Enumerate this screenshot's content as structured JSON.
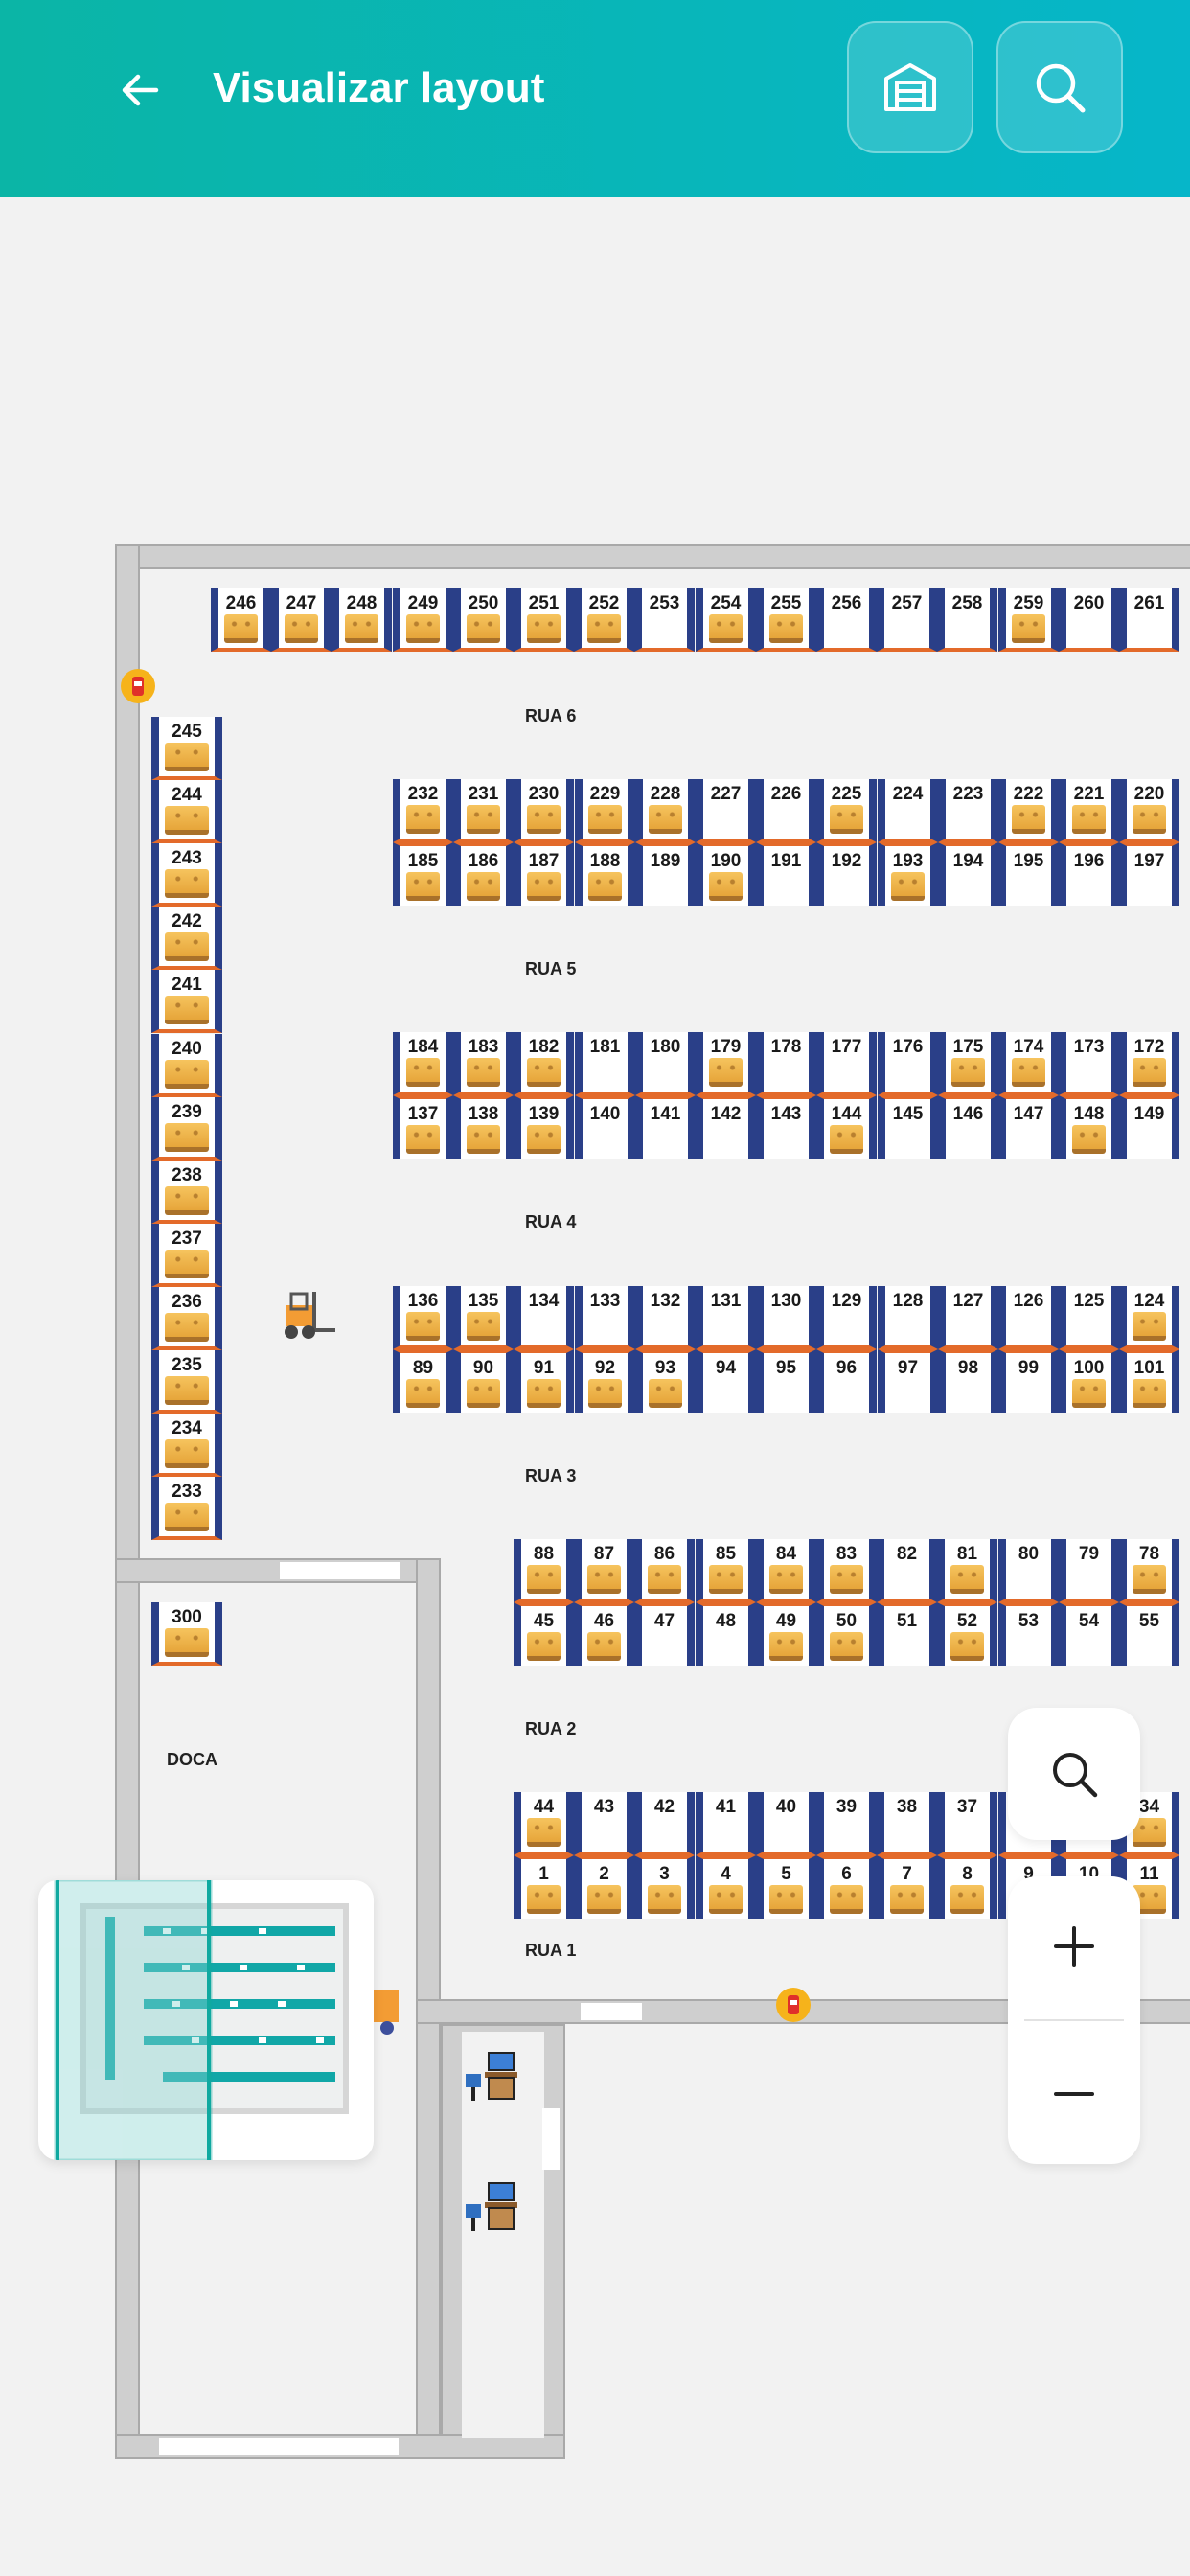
{
  "header": {
    "title": "Visualizar layout",
    "back_icon": "arrow-left-icon",
    "warehouse_icon": "warehouse-icon",
    "search_icon": "search-icon",
    "background_start": "#0bb5a6",
    "background_end": "#06b6c9"
  },
  "streets": {
    "rua6": "RUA 6",
    "rua5": "RUA 5",
    "rua4": "RUA 4",
    "rua3": "RUA 3",
    "rua2": "RUA 2",
    "rua1": "RUA 1",
    "doca": "DOCA"
  },
  "top_row": [
    {
      "n": "246",
      "f": true
    },
    {
      "n": "247",
      "f": true
    },
    {
      "n": "248",
      "f": true
    },
    {
      "n": "249",
      "f": true
    },
    {
      "n": "250",
      "f": true
    },
    {
      "n": "251",
      "f": true
    },
    {
      "n": "252",
      "f": true
    },
    {
      "n": "253",
      "f": false
    },
    {
      "n": "254",
      "f": true
    },
    {
      "n": "255",
      "f": true
    },
    {
      "n": "256",
      "f": false
    },
    {
      "n": "257",
      "f": false
    },
    {
      "n": "258",
      "f": false
    },
    {
      "n": "259",
      "f": true
    },
    {
      "n": "260",
      "f": false
    },
    {
      "n": "261",
      "f": false
    }
  ],
  "left_column": [
    {
      "n": "245",
      "f": true
    },
    {
      "n": "244",
      "f": true
    },
    {
      "n": "243",
      "f": true
    },
    {
      "n": "242",
      "f": true
    },
    {
      "n": "241",
      "f": true
    },
    {
      "n": "240",
      "f": true
    },
    {
      "n": "239",
      "f": true
    },
    {
      "n": "238",
      "f": true
    },
    {
      "n": "237",
      "f": true
    },
    {
      "n": "236",
      "f": true
    },
    {
      "n": "235",
      "f": true
    },
    {
      "n": "234",
      "f": true
    },
    {
      "n": "233",
      "f": true
    }
  ],
  "block5": {
    "top": [
      {
        "n": "232",
        "f": true
      },
      {
        "n": "231",
        "f": true
      },
      {
        "n": "230",
        "f": true
      },
      {
        "n": "229",
        "f": true
      },
      {
        "n": "228",
        "f": true
      },
      {
        "n": "227",
        "f": false
      },
      {
        "n": "226",
        "f": false
      },
      {
        "n": "225",
        "f": true
      },
      {
        "n": "224",
        "f": false
      },
      {
        "n": "223",
        "f": false
      },
      {
        "n": "222",
        "f": true
      },
      {
        "n": "221",
        "f": true
      },
      {
        "n": "220",
        "f": true
      }
    ],
    "bottom": [
      {
        "n": "185",
        "f": true
      },
      {
        "n": "186",
        "f": true
      },
      {
        "n": "187",
        "f": true
      },
      {
        "n": "188",
        "f": true
      },
      {
        "n": "189",
        "f": false
      },
      {
        "n": "190",
        "f": true
      },
      {
        "n": "191",
        "f": false
      },
      {
        "n": "192",
        "f": false
      },
      {
        "n": "193",
        "f": true
      },
      {
        "n": "194",
        "f": false
      },
      {
        "n": "195",
        "f": false
      },
      {
        "n": "196",
        "f": false
      },
      {
        "n": "197",
        "f": false
      }
    ]
  },
  "block4": {
    "top": [
      {
        "n": "184",
        "f": true
      },
      {
        "n": "183",
        "f": true
      },
      {
        "n": "182",
        "f": true
      },
      {
        "n": "181",
        "f": false
      },
      {
        "n": "180",
        "f": false
      },
      {
        "n": "179",
        "f": true
      },
      {
        "n": "178",
        "f": false
      },
      {
        "n": "177",
        "f": false
      },
      {
        "n": "176",
        "f": false
      },
      {
        "n": "175",
        "f": true
      },
      {
        "n": "174",
        "f": true
      },
      {
        "n": "173",
        "f": false
      },
      {
        "n": "172",
        "f": true
      }
    ],
    "bottom": [
      {
        "n": "137",
        "f": true
      },
      {
        "n": "138",
        "f": true
      },
      {
        "n": "139",
        "f": true
      },
      {
        "n": "140",
        "f": false
      },
      {
        "n": "141",
        "f": false
      },
      {
        "n": "142",
        "f": false
      },
      {
        "n": "143",
        "f": false
      },
      {
        "n": "144",
        "f": true
      },
      {
        "n": "145",
        "f": false
      },
      {
        "n": "146",
        "f": false
      },
      {
        "n": "147",
        "f": false
      },
      {
        "n": "148",
        "f": true
      },
      {
        "n": "149",
        "f": false
      }
    ]
  },
  "block3": {
    "top": [
      {
        "n": "136",
        "f": true
      },
      {
        "n": "135",
        "f": true
      },
      {
        "n": "134",
        "f": false
      },
      {
        "n": "133",
        "f": false
      },
      {
        "n": "132",
        "f": false
      },
      {
        "n": "131",
        "f": false
      },
      {
        "n": "130",
        "f": false
      },
      {
        "n": "129",
        "f": false
      },
      {
        "n": "128",
        "f": false
      },
      {
        "n": "127",
        "f": false
      },
      {
        "n": "126",
        "f": false
      },
      {
        "n": "125",
        "f": false
      },
      {
        "n": "124",
        "f": true
      }
    ],
    "bottom": [
      {
        "n": "89",
        "f": true
      },
      {
        "n": "90",
        "f": true
      },
      {
        "n": "91",
        "f": true
      },
      {
        "n": "92",
        "f": true
      },
      {
        "n": "93",
        "f": true
      },
      {
        "n": "94",
        "f": false
      },
      {
        "n": "95",
        "f": false
      },
      {
        "n": "96",
        "f": false
      },
      {
        "n": "97",
        "f": false
      },
      {
        "n": "98",
        "f": false
      },
      {
        "n": "99",
        "f": false
      },
      {
        "n": "100",
        "f": true
      },
      {
        "n": "101",
        "f": true
      }
    ]
  },
  "block2": {
    "top": [
      {
        "n": "88",
        "f": true
      },
      {
        "n": "87",
        "f": true
      },
      {
        "n": "86",
        "f": true
      },
      {
        "n": "85",
        "f": true
      },
      {
        "n": "84",
        "f": true
      },
      {
        "n": "83",
        "f": true
      },
      {
        "n": "82",
        "f": false
      },
      {
        "n": "81",
        "f": true
      },
      {
        "n": "80",
        "f": false
      },
      {
        "n": "79",
        "f": false
      },
      {
        "n": "78",
        "f": true
      }
    ],
    "bottom": [
      {
        "n": "45",
        "f": true
      },
      {
        "n": "46",
        "f": true
      },
      {
        "n": "47",
        "f": false
      },
      {
        "n": "48",
        "f": false
      },
      {
        "n": "49",
        "f": true
      },
      {
        "n": "50",
        "f": true
      },
      {
        "n": "51",
        "f": false
      },
      {
        "n": "52",
        "f": true
      },
      {
        "n": "53",
        "f": false
      },
      {
        "n": "54",
        "f": false
      },
      {
        "n": "55",
        "f": false
      }
    ]
  },
  "block1": {
    "top": [
      {
        "n": "44",
        "f": true
      },
      {
        "n": "43",
        "f": false
      },
      {
        "n": "42",
        "f": false
      },
      {
        "n": "41",
        "f": false
      },
      {
        "n": "40",
        "f": false
      },
      {
        "n": "39",
        "f": false
      },
      {
        "n": "38",
        "f": false
      },
      {
        "n": "37",
        "f": false
      },
      {
        "n": "",
        "f": false
      },
      {
        "n": "",
        "f": false
      },
      {
        "n": "34",
        "f": true
      }
    ],
    "bottom": [
      {
        "n": "1",
        "f": true
      },
      {
        "n": "2",
        "f": true
      },
      {
        "n": "3",
        "f": true
      },
      {
        "n": "4",
        "f": true
      },
      {
        "n": "5",
        "f": true
      },
      {
        "n": "6",
        "f": true
      },
      {
        "n": "7",
        "f": true
      },
      {
        "n": "8",
        "f": true
      },
      {
        "n": "9",
        "f": false
      },
      {
        "n": "10",
        "f": true
      },
      {
        "n": "11",
        "f": true
      }
    ]
  },
  "doca_cell": {
    "n": "300",
    "f": true
  },
  "colors": {
    "rack_frame": "#2a3f88",
    "beam": "#e36a2a",
    "pallet": "#f6c45e",
    "wall": "#cfcfcf",
    "floor": "#f2f2f2"
  },
  "icons": {
    "forklift": "forklift-icon",
    "extinguisher": "fire-extinguisher-icon",
    "office": "office-workstation-icon",
    "truck": "delivery-truck-icon",
    "zoom_search": "search-icon",
    "zoom_in": "plus-icon",
    "zoom_out": "minus-icon"
  }
}
